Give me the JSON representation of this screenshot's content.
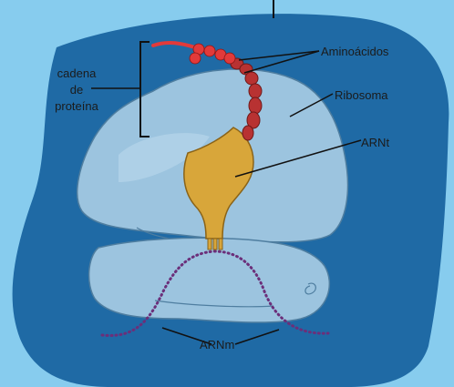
{
  "labels": {
    "protein_chain_line1": "cadena",
    "protein_chain_line2": "de",
    "protein_chain_line3": "proteína",
    "amino_acids": "Aminoácidos",
    "ribosome": "Ribosoma",
    "trna": "ARNt",
    "mrna": "ARNm"
  },
  "colors": {
    "sky": "#87ccee",
    "cell": "#1f6aa5",
    "ribosome": "#9cc4df",
    "trna": "#d8a63a",
    "amino_acid": "#b83232",
    "protein_chain": "#e23a3a",
    "mrna": "#6b2f7a"
  }
}
